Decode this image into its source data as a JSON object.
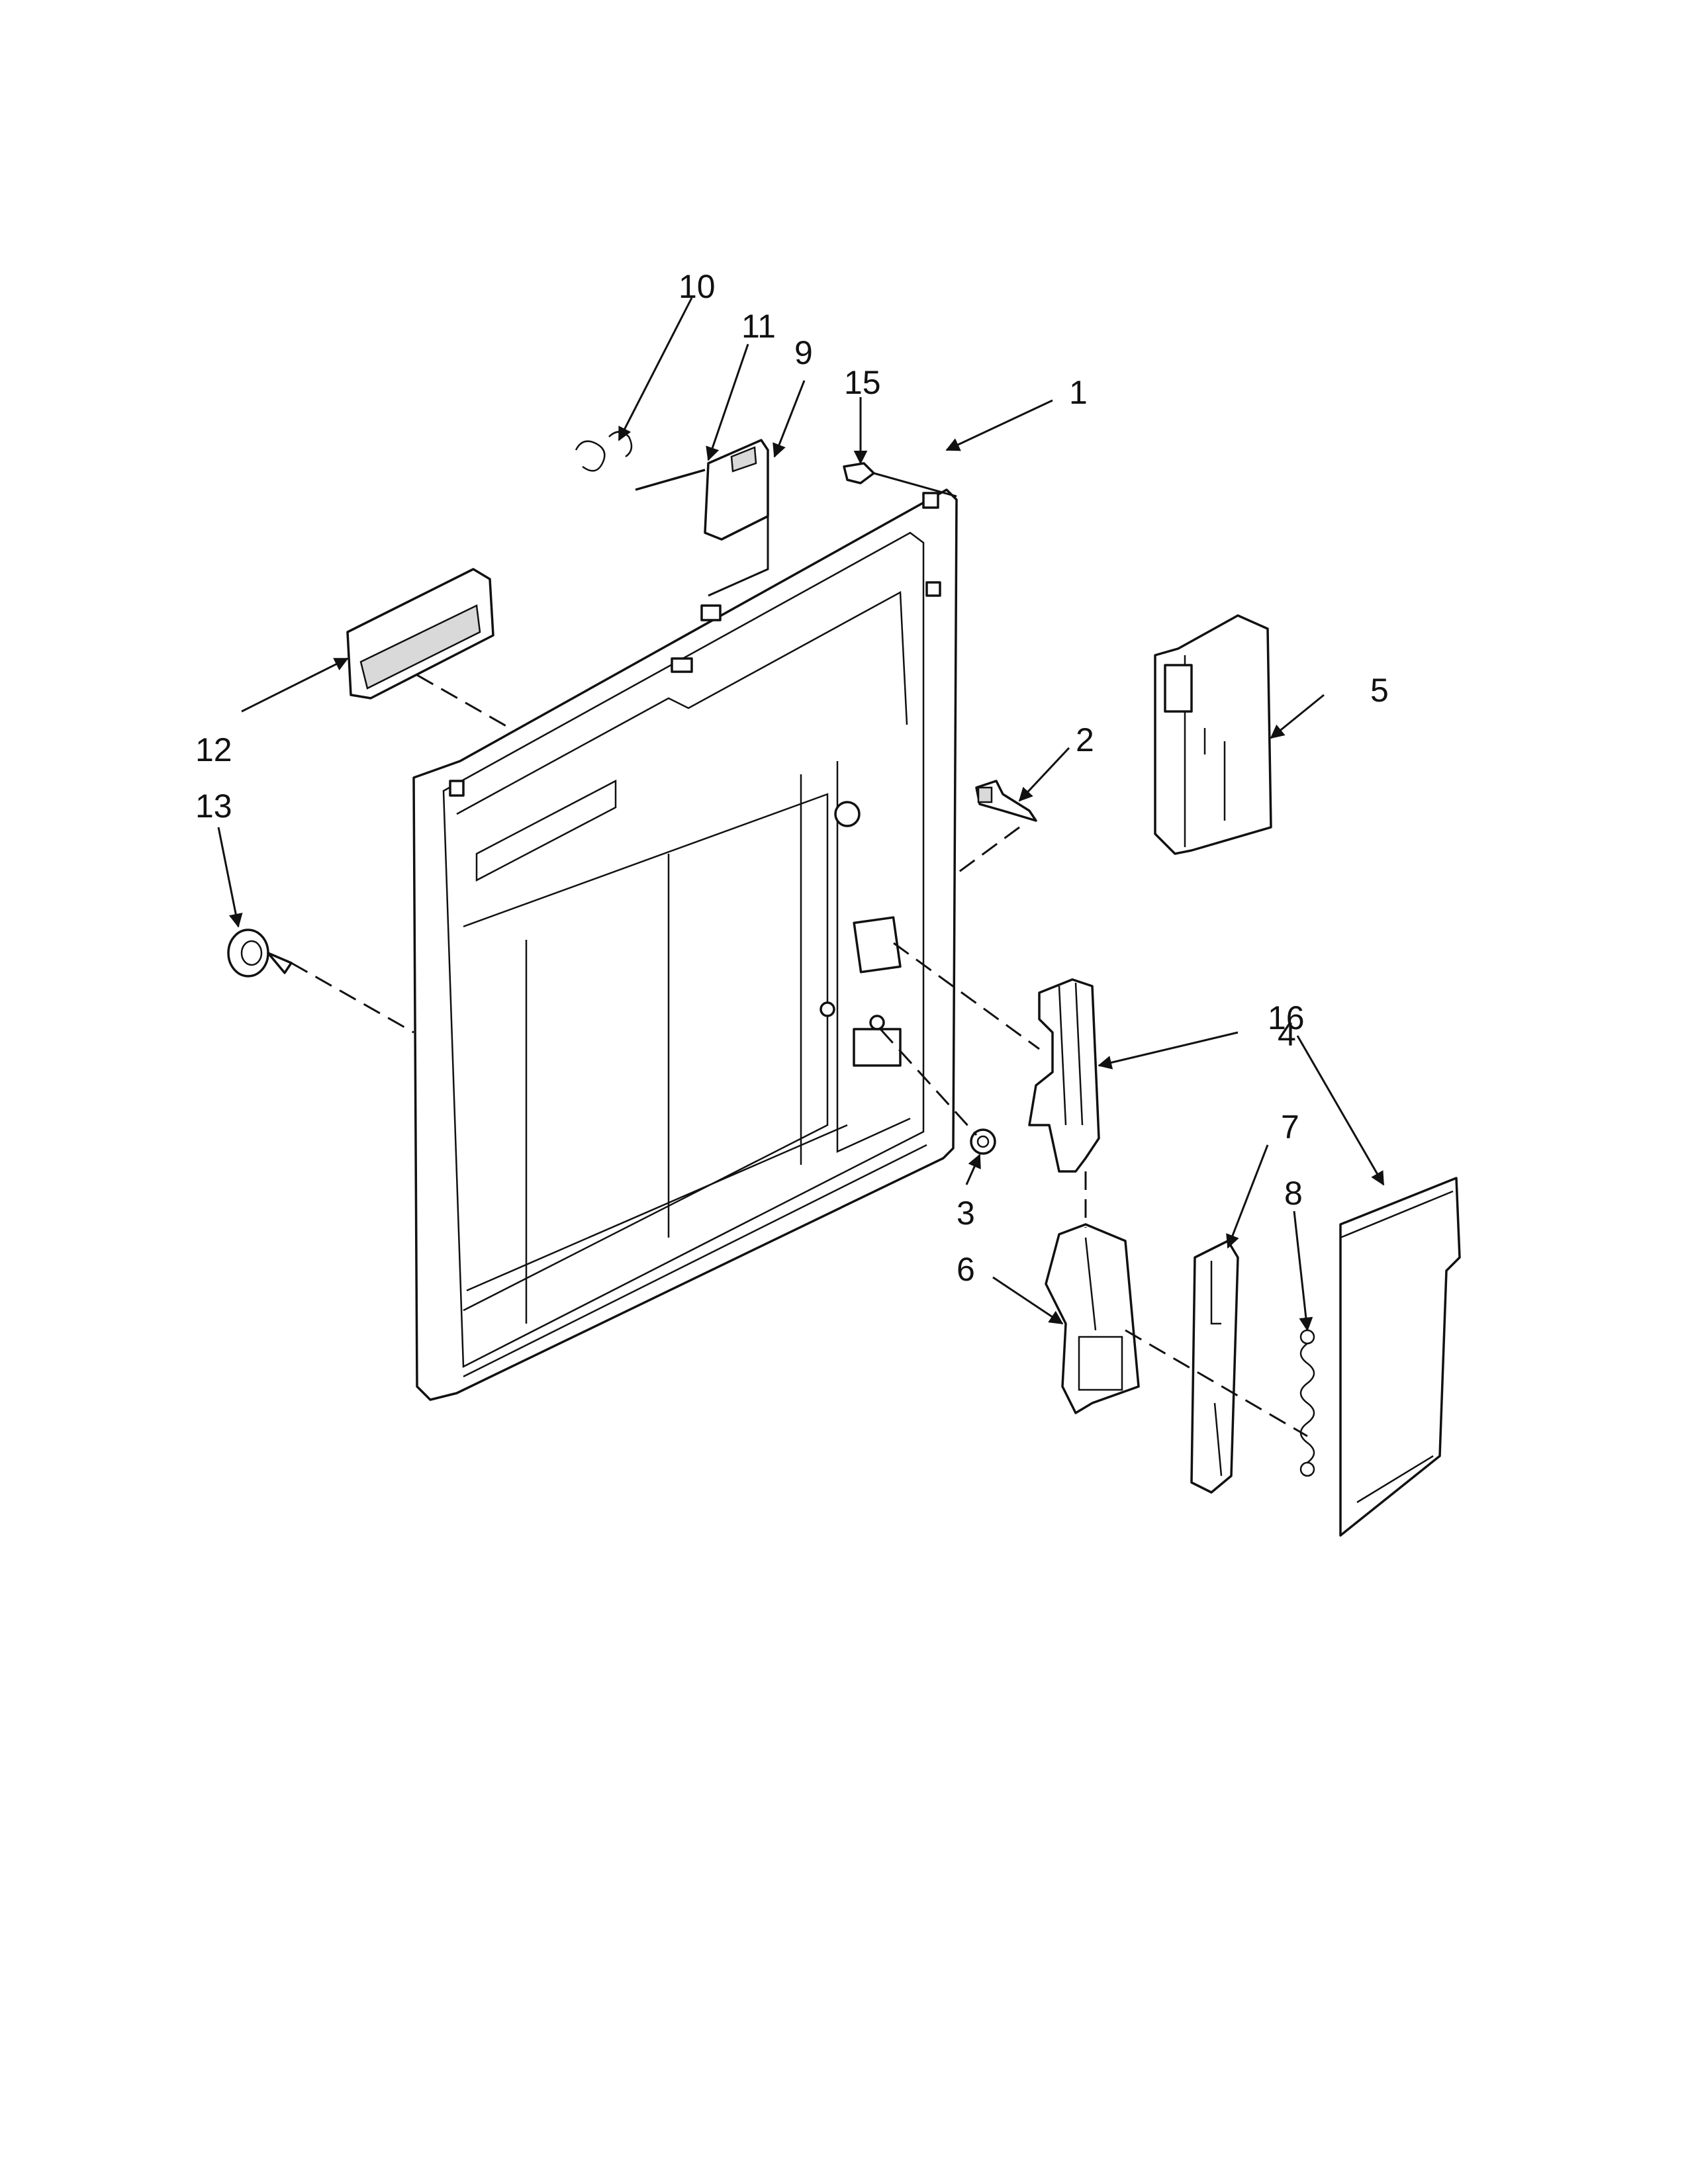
{
  "callouts": [
    {
      "id": "1",
      "label": "1"
    },
    {
      "id": "2",
      "label": "2"
    },
    {
      "id": "3",
      "label": "3"
    },
    {
      "id": "4",
      "label": "4"
    },
    {
      "id": "5",
      "label": "5"
    },
    {
      "id": "6",
      "label": "6"
    },
    {
      "id": "7",
      "label": "7"
    },
    {
      "id": "8",
      "label": "8"
    },
    {
      "id": "9",
      "label": "9"
    },
    {
      "id": "10",
      "label": "10"
    },
    {
      "id": "11",
      "label": "11"
    },
    {
      "id": "12",
      "label": "12"
    },
    {
      "id": "13",
      "label": "13"
    },
    {
      "id": "15",
      "label": "15"
    },
    {
      "id": "16",
      "label": "16"
    }
  ]
}
